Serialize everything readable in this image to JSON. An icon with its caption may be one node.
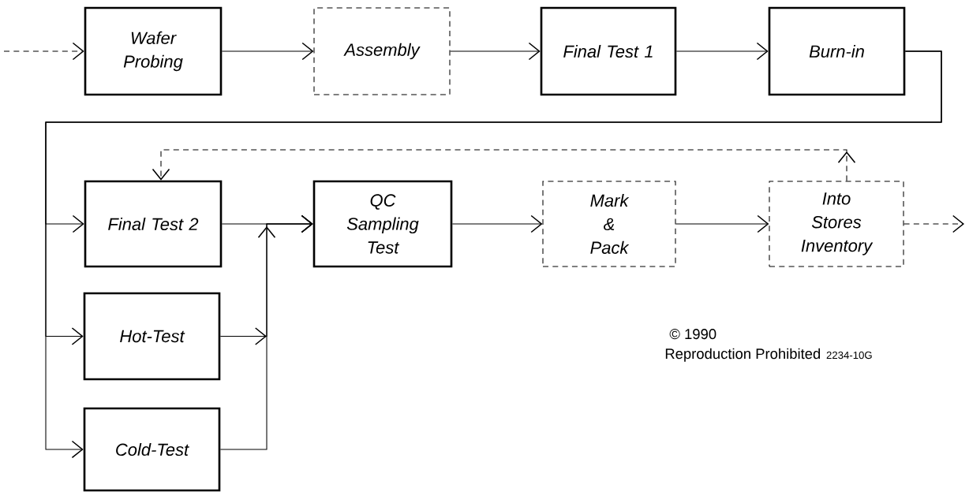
{
  "diagram": {
    "nodes": [
      {
        "text": [
          "Wafer Probing"
        ]
      },
      {
        "text": [
          "Assembly"
        ]
      },
      {
        "text": [
          "Final Test 1"
        ]
      },
      {
        "text": [
          "Burn-in"
        ]
      },
      {
        "text": [
          "Final Test 2"
        ]
      },
      {
        "text": [
          "QC Sampling Test"
        ]
      },
      {
        "text": [
          "Mark & Pack"
        ]
      },
      {
        "text": [
          "Into Stores Inventory"
        ]
      },
      {
        "text": [
          "Hot-Test"
        ]
      },
      {
        "text": [
          "Cold-Test"
        ]
      }
    ],
    "edges": [
      {
        "from": null,
        "to": 0,
        "arrow": "to",
        "style": "dashed"
      },
      {
        "from": 0,
        "to": 1,
        "arrow": "to"
      },
      {
        "from": 1,
        "to": 2,
        "arrow": "to"
      },
      {
        "from": 2,
        "to": 3,
        "arrow": "to"
      },
      {
        "from": 3,
        "to": 4,
        "arrow": "to"
      },
      {
        "from": 3,
        "to": 8,
        "arrow": "to"
      },
      {
        "from": 3,
        "to": 9,
        "arrow": "to"
      },
      {
        "from": 4,
        "to": 5,
        "arrow": "to"
      },
      {
        "from": 8,
        "to": 5,
        "arrow": "to"
      },
      {
        "from": 9,
        "to": 5,
        "arrow": "to"
      },
      {
        "from": 5,
        "to": 6,
        "arrow": "to"
      },
      {
        "from": 6,
        "to": 7,
        "arrow": "to"
      },
      {
        "from": 7,
        "to": 4,
        "arrow": "to",
        "style": "dashed"
      },
      {
        "from": 7,
        "to": null,
        "arrow": "to",
        "style": "dashed"
      }
    ],
    "labels": [
      "© 1990",
      "Reproduction Prohibited",
      "2234-10G"
    ]
  }
}
